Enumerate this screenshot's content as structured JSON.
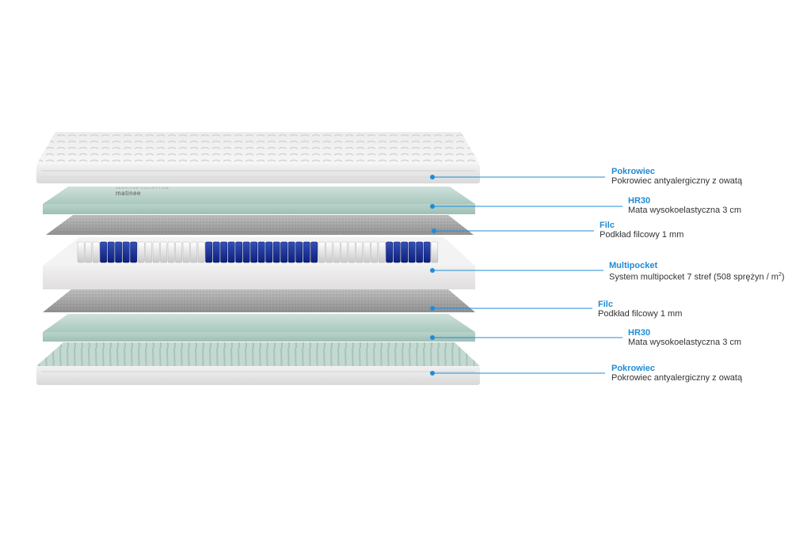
{
  "brand": {
    "logo": "matinee",
    "tagline": "SENSITIVE COLLECTION"
  },
  "colors": {
    "accent": "#1f8bd6"
  },
  "callouts": [
    {
      "title": "Pokrowiec",
      "desc": "Pokrowiec antyalergiczny z owatą"
    },
    {
      "title": "HR30",
      "desc": "Mata wysokoelastyczna 3 cm"
    },
    {
      "title": "Filc",
      "desc": "Podkład filcowy 1 mm"
    },
    {
      "title": "Multipocket",
      "desc": "System multipocket 7 stref (508 sprężyn / m",
      "sup": "2",
      "desc_end": ")"
    },
    {
      "title": "Filc",
      "desc": "Podkład filcowy 1 mm"
    },
    {
      "title": "HR30",
      "desc": "Mata wysokoelastyczna 3 cm"
    },
    {
      "title": "Pokrowiec",
      "desc": "Pokrowiec antyalergiczny z owatą"
    }
  ]
}
